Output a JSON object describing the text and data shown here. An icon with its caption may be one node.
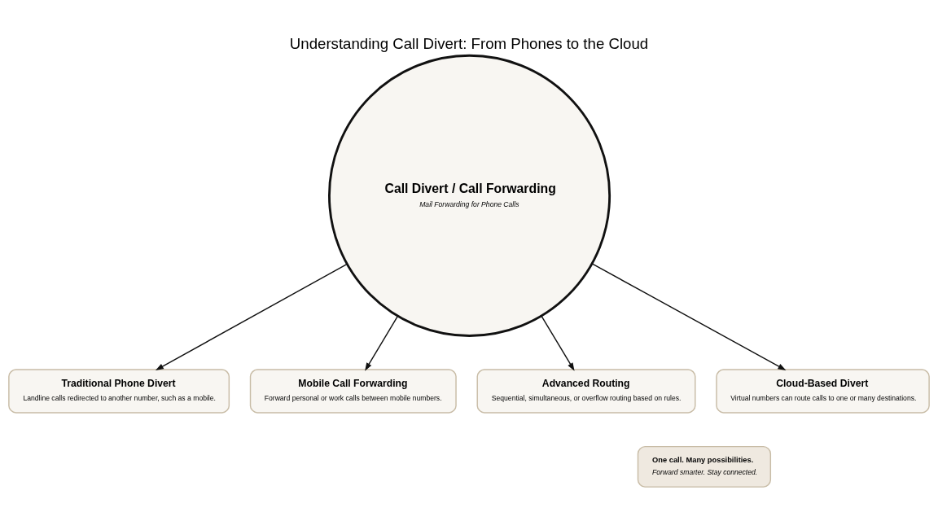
{
  "diagram": {
    "title": "Understanding Call Divert: From Phones to the Cloud",
    "nodes": [
      {
        "text": [
          "Call Divert / Call Forwarding",
          "Mail Forwarding for Phone Calls"
        ]
      },
      {
        "text": [
          "Traditional Phone Divert",
          "Landline calls redirected to another number, such as a mobile."
        ]
      },
      {
        "text": [
          "Mobile Call Forwarding",
          "Forward personal or work calls between mobile numbers."
        ]
      },
      {
        "text": [
          "Advanced Routing",
          "Sequential, simultaneous, or overflow routing based on rules."
        ]
      },
      {
        "text": [
          "Cloud-Based Divert",
          "Virtual numbers can route calls to one or many destinations."
        ]
      },
      {
        "text": [
          "One call. Many possibilities.",
          "Forward smarter. Stay connected."
        ]
      }
    ],
    "edges": [
      {
        "from": 0,
        "to": 1,
        "arrow": "to"
      },
      {
        "from": 0,
        "to": 2,
        "arrow": "to"
      },
      {
        "from": 0,
        "to": 3,
        "arrow": "to"
      },
      {
        "from": 0,
        "to": 4,
        "arrow": "to"
      }
    ]
  }
}
